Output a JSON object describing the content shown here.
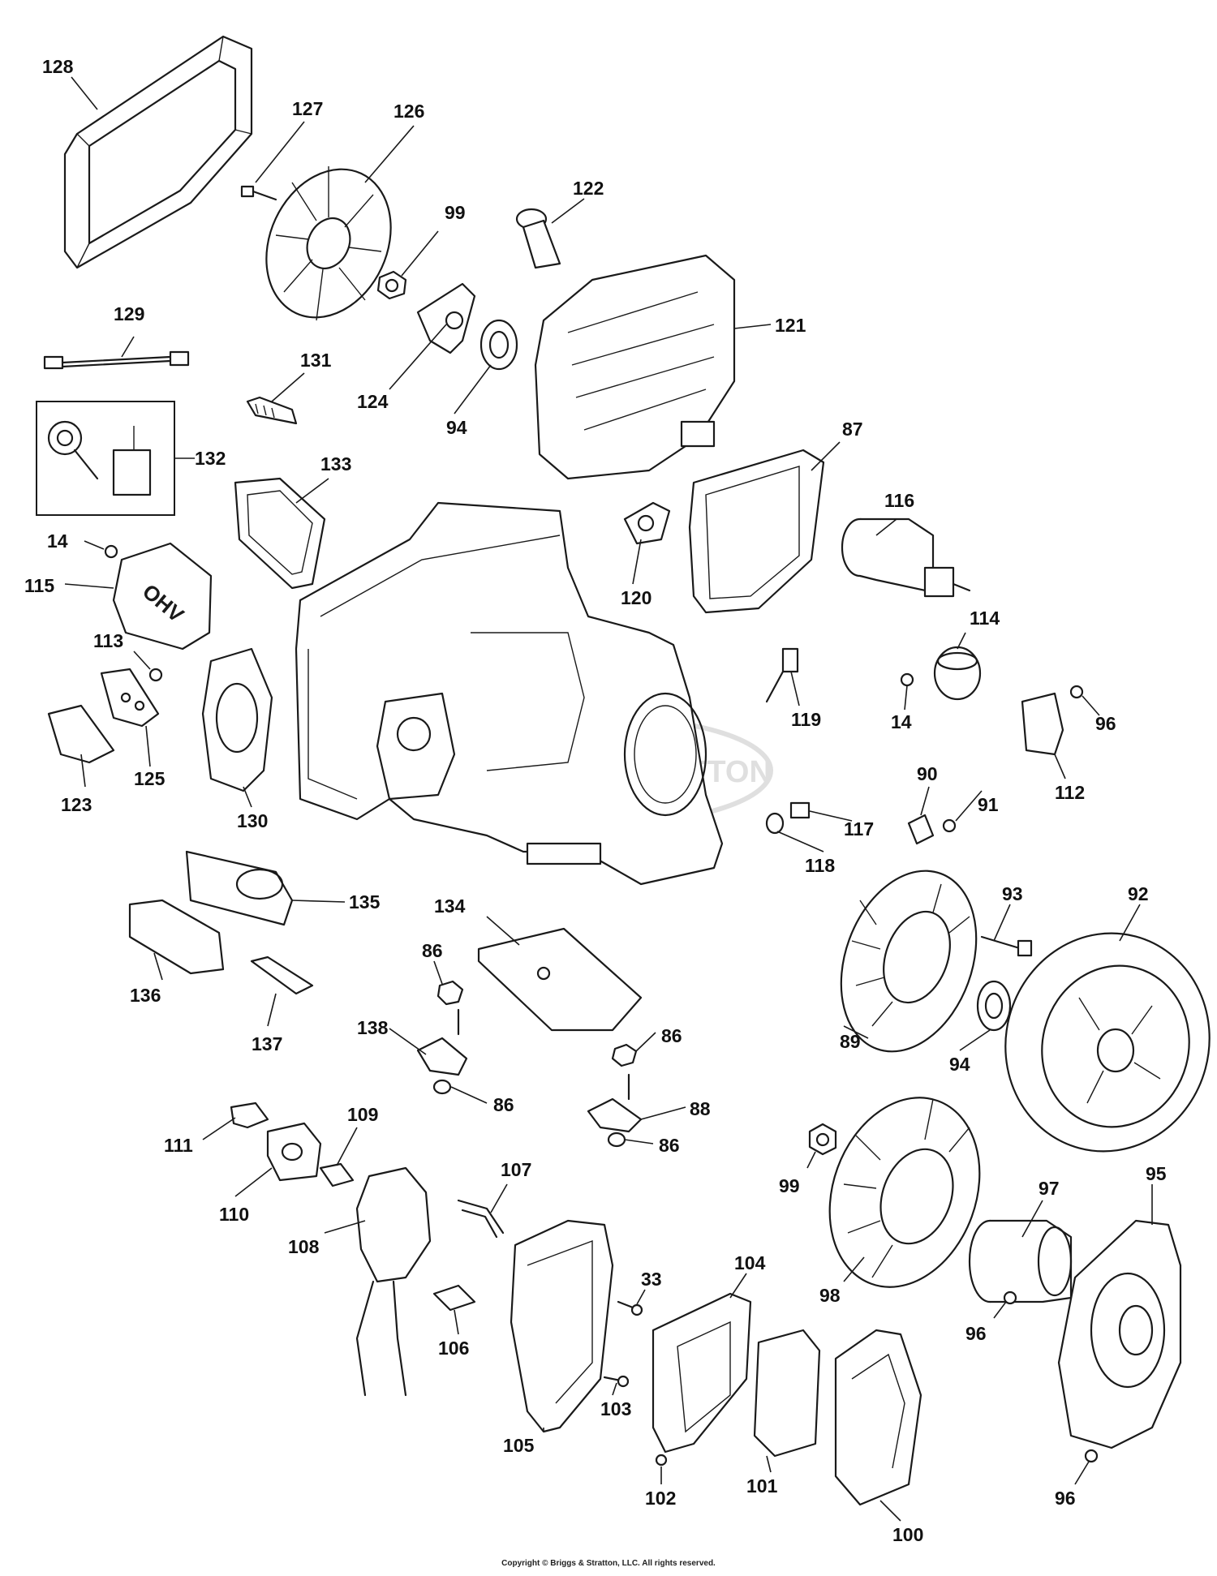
{
  "diagram": {
    "callouts": [
      "128",
      "127",
      "126",
      "99",
      "122",
      "121",
      "129",
      "131",
      "124",
      "94",
      "132",
      "133",
      "87",
      "14",
      "115",
      "120",
      "116",
      "113",
      "114",
      "119",
      "96",
      "123",
      "125",
      "130",
      "14",
      "112",
      "90",
      "91",
      "117",
      "118",
      "135",
      "134",
      "93",
      "92",
      "136",
      "137",
      "86",
      "138",
      "86",
      "89",
      "94",
      "86",
      "88",
      "86",
      "111",
      "109",
      "99",
      "107",
      "110",
      "108",
      "97",
      "95",
      "33",
      "104",
      "106",
      "98",
      "96",
      "105",
      "103",
      "101",
      "102",
      "100",
      "96"
    ]
  },
  "watermark": {
    "text": "BRIGGS & STRATTON"
  },
  "inset_label": {
    "text": "OHV"
  },
  "copyright": "Copyright © Briggs & Stratton, LLC. All rights reserved."
}
